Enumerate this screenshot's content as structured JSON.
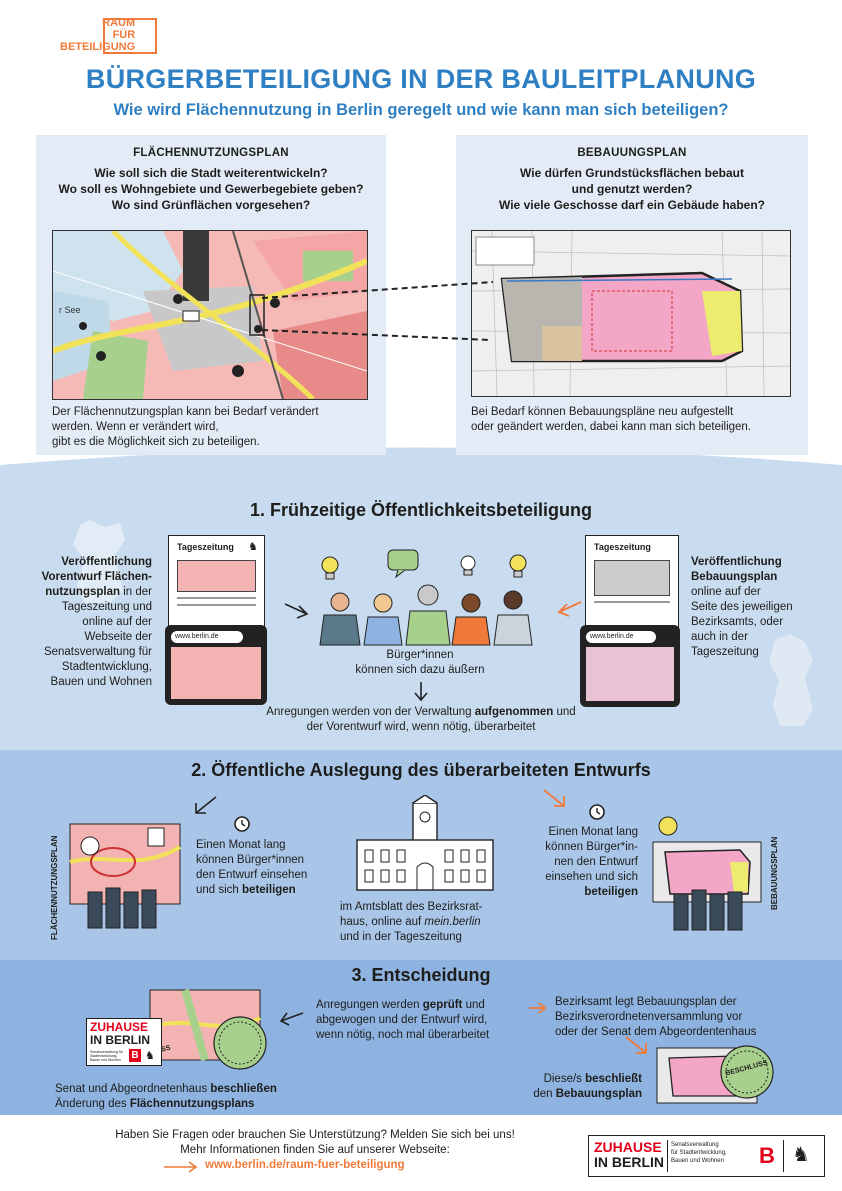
{
  "logo": {
    "line1": "RAUM",
    "line2": "FÜR",
    "line3": "BETEILIGUNG"
  },
  "header": {
    "title": "BÜRGERBETEILIGUNG IN DER BAULEITPLANUNG",
    "subtitle": "Wie wird Flächennutzung in Berlin geregelt und wie kann man sich beteiligen?"
  },
  "fnp": {
    "heading": "FLÄCHENNUTZUNGSPLAN",
    "q1": "Wie soll sich die Stadt weiterentwickeln?",
    "q2": "Wo soll es Wohngebiete und Gewerbegebiete geben?",
    "q3": "Wo sind Grünflächen vorgesehen?",
    "desc1": "Der Flächennutzungsplan kann bei Bedarf verändert",
    "desc2": "werden. Wenn er verändert wird,",
    "desc3": "gibt es die Möglichkeit sich zu beteiligen.",
    "map_label": "r See"
  },
  "bp": {
    "heading": "BEBAUUNGSPLAN",
    "q1": "Wie dürfen Grundstücksflächen bebaut",
    "q2": "und genutzt werden?",
    "q3": "Wie viele Geschosse darf ein Gebäude haben?",
    "desc1": "Bei Bedarf können Bebauungspläne neu aufgestellt",
    "desc2": "oder geändert werden, dabei kann man sich beteiligen."
  },
  "step1": {
    "title": "1. Frühzeitige Öffentlichkeitsbeteiligung",
    "left_b1": "Veröffentlichung",
    "left_b2": "Vorentwurf Flächen-",
    "left_b3": "nutzungsplan",
    "left_r3": " in der",
    "left_r4": "Tageszeitung und",
    "left_r5": "online auf der",
    "left_r6": "Webseite der",
    "left_r7": "Senatsverwaltung für",
    "left_r8": "Stadtentwicklung,",
    "left_r9": "Bauen und Wohnen",
    "newspaper": "Tageszeitung",
    "url": "www.berlin.de",
    "center1": "Bürger*innen",
    "center2": "können sich dazu äußern",
    "right_b1": "Veröffentlichung",
    "right_b2": "Bebauungsplan",
    "right_r3": "online auf der",
    "right_r4": "Seite des jeweiligen",
    "right_r5": "Bezirksamts, oder",
    "right_r6": "auch in der",
    "right_r7": "Tageszeitung",
    "bottom1a": "Anregungen werden von der Verwaltung ",
    "bottom1b": "aufgenommen",
    "bottom1c": " und",
    "bottom2": "der Vorentwurf wird, wenn nötig, überarbeitet"
  },
  "step2": {
    "title": "2. Öffentliche Auslegung des überarbeiteten Entwurfs",
    "fnp_vertical": "FLÄCHENNUTZUNGSPLAN",
    "bp_vertical": "BEBAUUNGSPLAN",
    "left1": "Einen Monat lang",
    "left2": "können Bürger*innen",
    "left3": "den Entwurf einsehen",
    "left4a": "und sich ",
    "left4b": "beteiligen",
    "center1": "im Amtsblatt des Bezirksrat-",
    "center2a": "haus, online auf ",
    "center2b": "mein.berlin",
    "center3": "und in der Tageszeitung",
    "right1": "Einen Monat lang",
    "right2": "können Bürger*in-",
    "right3": "nen den Entwurf",
    "right4": "einsehen und sich",
    "right5": "beteiligen"
  },
  "step3": {
    "title": "3. Entscheidung",
    "mid1a": "Anregungen werden ",
    "mid1b": "geprüft",
    "mid1c": " und",
    "mid2": "abgewogen und der Entwurf wird,",
    "mid3": "wenn nötig, noch mal überarbeitet",
    "right1": "Bezirksamt legt Bebauungsplan der",
    "right2": "Bezirksverordnetenversammlung vor",
    "right3": "oder der Senat dem Abgeordentenhaus",
    "left1a": "Senat und Abgeordnetenhaus ",
    "left1b": "beschließen",
    "left2a": "Änderung des ",
    "left2b": "Flächennutzungsplans",
    "bot1a": "Diese/s ",
    "bot1b": "beschließt",
    "bot2a": "den ",
    "bot2b": "Bebauungsplan",
    "stamp": "BESCHLUSS",
    "zuhause1": "ZUHAUSE",
    "zuhause2": "IN BERLIN",
    "senat_small": "Senatsverwaltung für Stadtentwicklung, Bauen und Wohnen"
  },
  "footer": {
    "line1": "Haben Sie Fragen oder brauchen Sie Unterstützung? Melden Sie sich bei uns!",
    "line2": "Mehr Informationen finden Sie auf unserer Webseite:",
    "link": "www.berlin.de/raum-fuer-beteiligung",
    "zuhause1": "ZUHAUSE",
    "zuhause2": "IN BERLIN",
    "senat1": "Senatsverwaltung",
    "senat2": "für Stadtentwicklung,",
    "senat3": "Bauen und Wohnen",
    "b_letter": "B"
  },
  "colors": {
    "blue": "#2f7fc3",
    "orange": "#f07a3a",
    "band1": "#c9dcef",
    "band2": "#a9c6e8",
    "band3": "#8fb3e0",
    "panel": "#e3ecf6"
  }
}
